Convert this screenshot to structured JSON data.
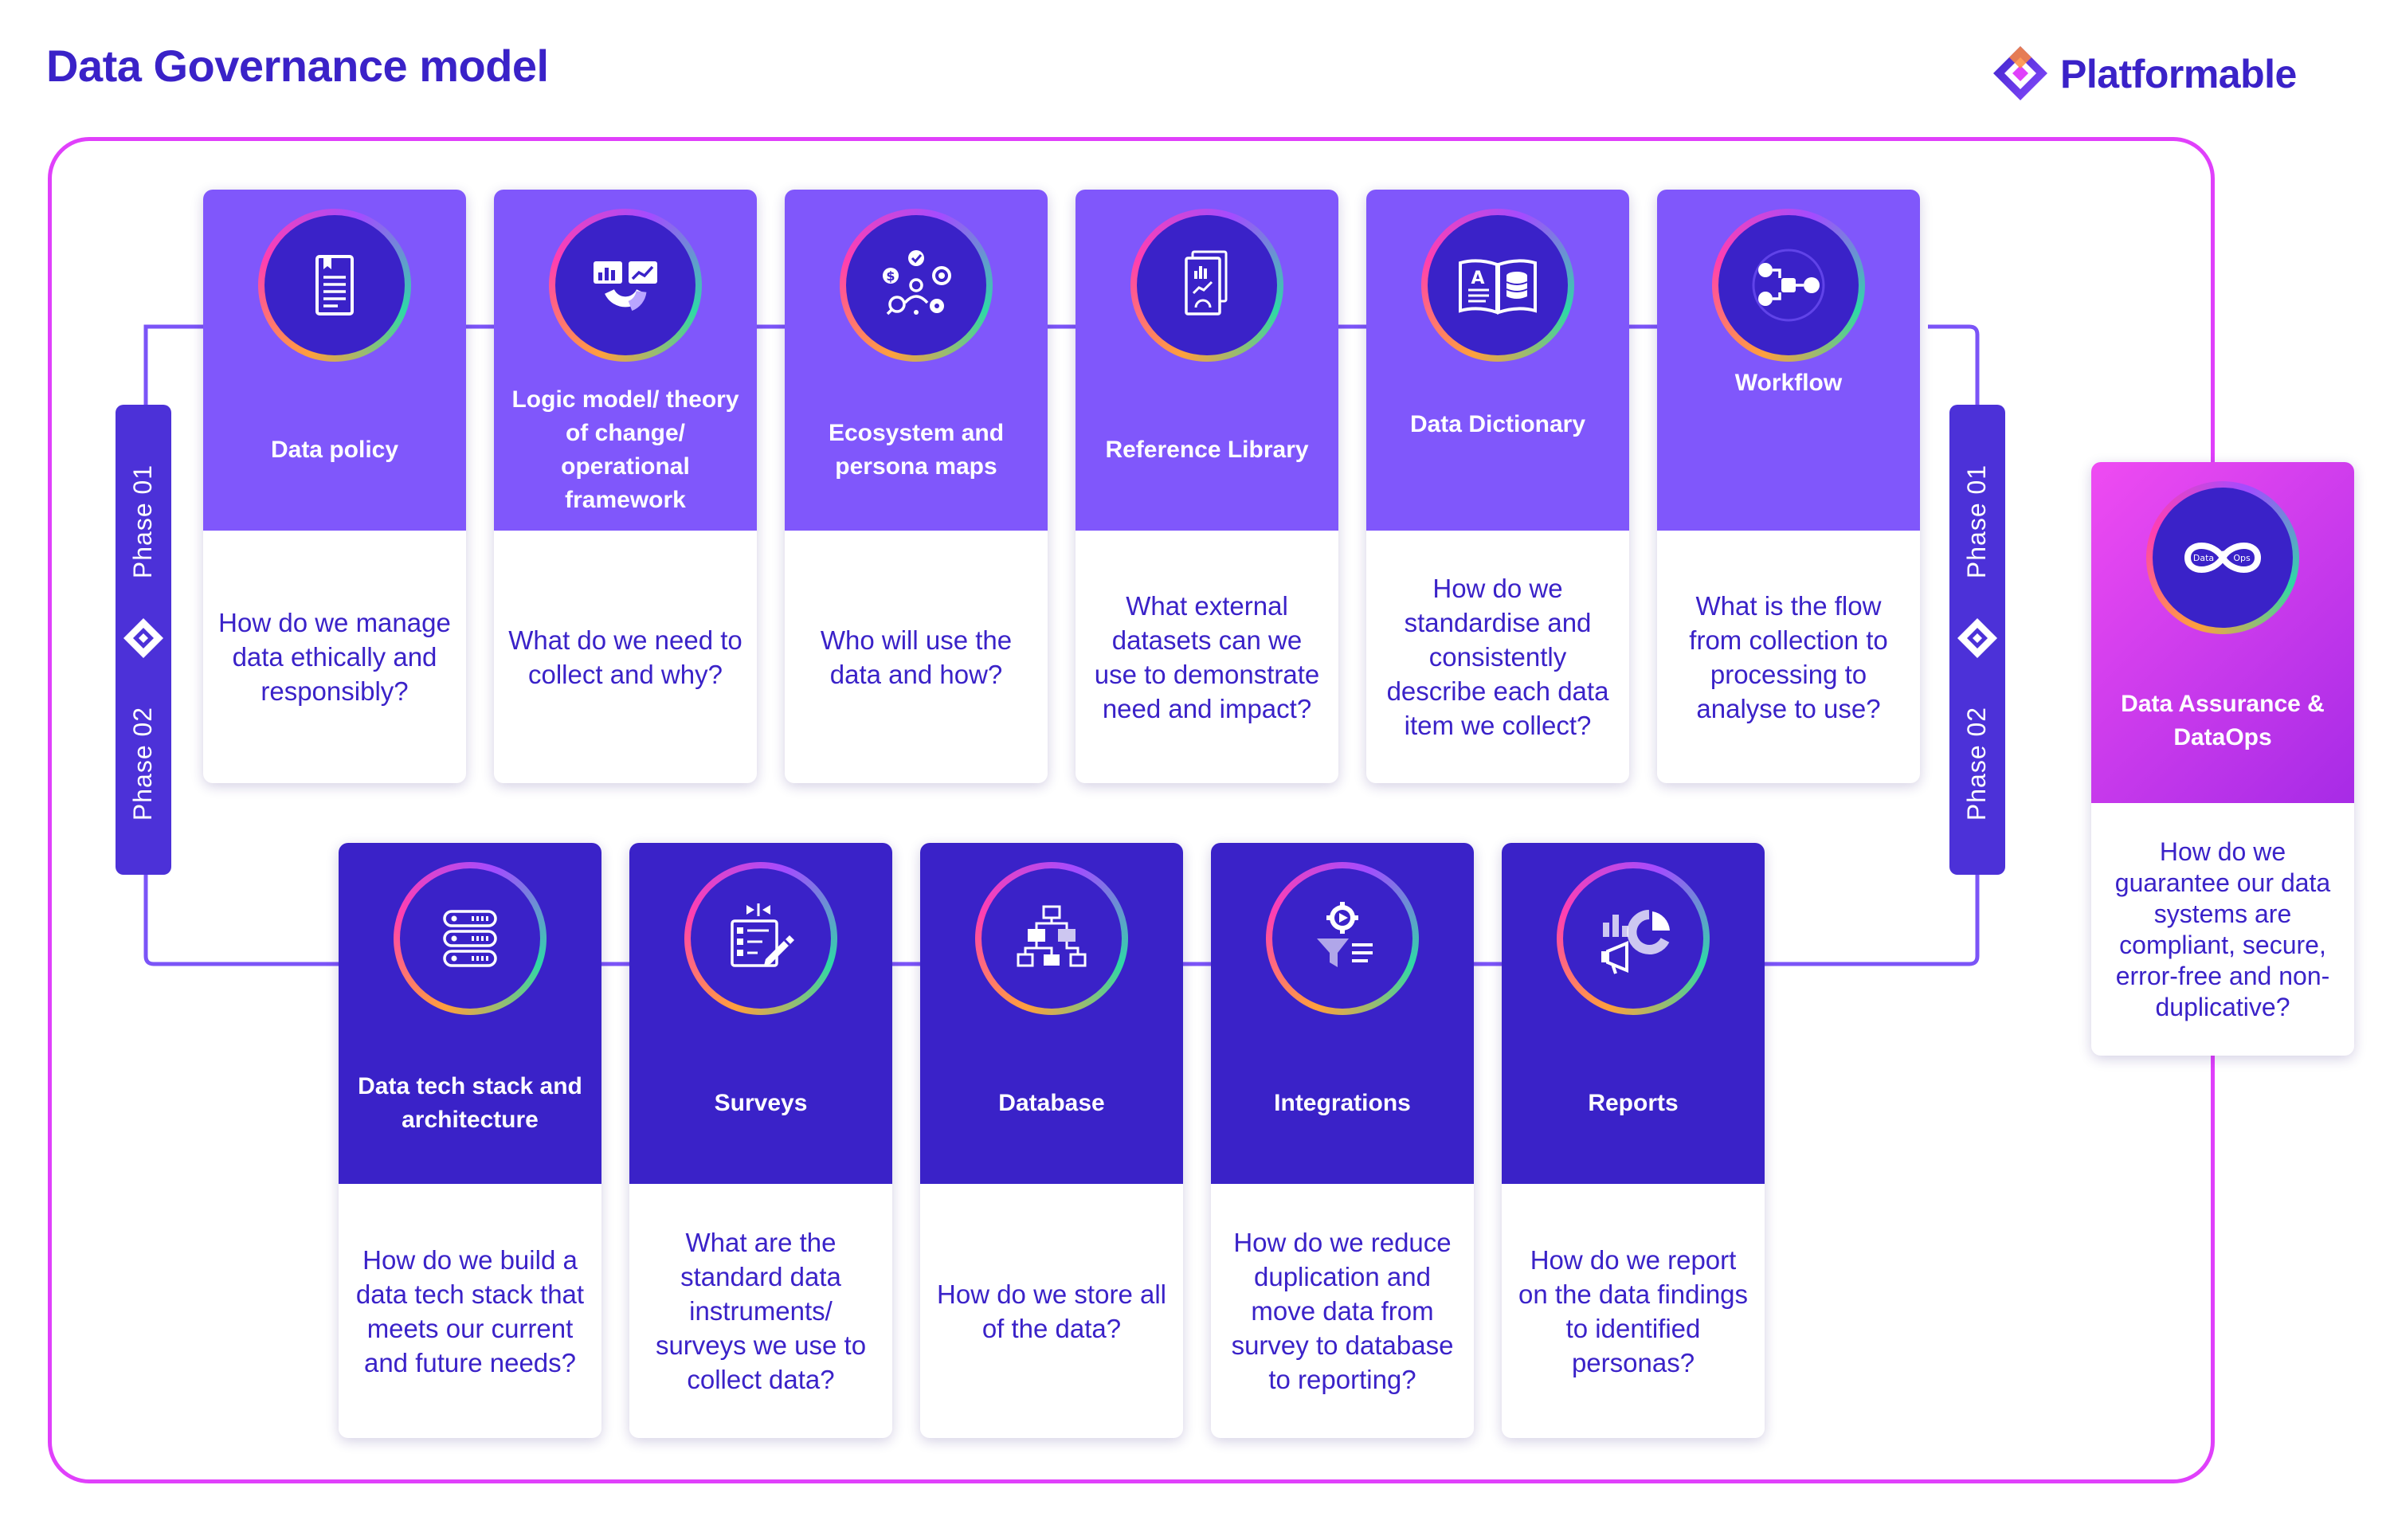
{
  "header": {
    "title": "Data Governance model",
    "brand_name": "Platformable"
  },
  "phases": {
    "label_1": "Phase 01",
    "label_2": "Phase 02"
  },
  "colors": {
    "phase1_card": "#8057fb",
    "phase2_card": "#3a22c8",
    "frame_border": "#e040fb",
    "text_primary": "#3a22c8",
    "assurance_card": "#d63ef2"
  },
  "row1": [
    {
      "title": "Data policy",
      "question": "How do we manage data ethically and responsibly?",
      "icon": "document-icon"
    },
    {
      "title": "Logic model/ theory of change/ operational framework",
      "question": "What do we need to collect and why?",
      "icon": "dashboard-chart-icon"
    },
    {
      "title": "Ecosystem and persona maps",
      "question": "Who will use the data and how?",
      "icon": "ecosystem-icon"
    },
    {
      "title": "Reference Library",
      "question": "What external datasets can we use to demonstrate need and impact?",
      "icon": "report-chart-icon"
    },
    {
      "title": "Data Dictionary",
      "question": "How do we standardise and consistently describe each data item we collect?",
      "icon": "dictionary-icon"
    },
    {
      "title": "Workflow",
      "question": "What is the flow from collection to processing to analyse to use?",
      "icon": "workflow-icon"
    }
  ],
  "row2": [
    {
      "title": "Data tech stack and architecture",
      "question": "How do we build a data tech stack that meets our current and future needs?",
      "icon": "server-stack-icon"
    },
    {
      "title": "Surveys",
      "question": "What are the standard data instruments/ surveys we use to collect data?",
      "icon": "survey-form-icon"
    },
    {
      "title": "Database",
      "question": "How do we store all of the data?",
      "icon": "hierarchy-icon"
    },
    {
      "title": "Integrations",
      "question": "How do we reduce duplication and move data from survey to database to reporting?",
      "icon": "funnel-gear-icon"
    },
    {
      "title": "Reports",
      "question": "How do we report on the data findings to identified personas?",
      "icon": "report-icon"
    }
  ],
  "assurance": {
    "title": "Data Assurance & DataOps",
    "question": "How do we guarantee our data systems are compliant, secure, error-free and non-duplicative?",
    "icon": "infinity-icon",
    "icon_labels": [
      "Data",
      "Ops"
    ]
  }
}
